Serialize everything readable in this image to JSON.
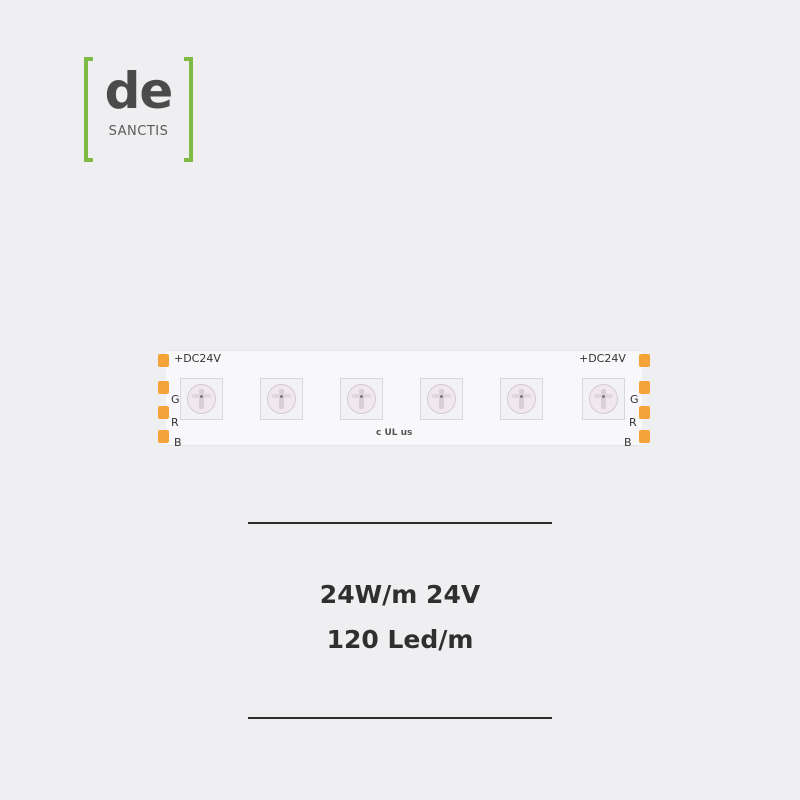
{
  "brand": {
    "logo_main": "de",
    "logo_sub": "SANCTIS",
    "accent_color": "#7fba45"
  },
  "strip": {
    "label_left": "+DC24V",
    "label_right": "+DC24V",
    "channel_g": "G",
    "channel_r": "R",
    "channel_b": "B",
    "certification": "c UL us",
    "pad_color": "#f4a338"
  },
  "specs": {
    "line1": "24W/m 24V",
    "line2": "120 Led/m"
  }
}
